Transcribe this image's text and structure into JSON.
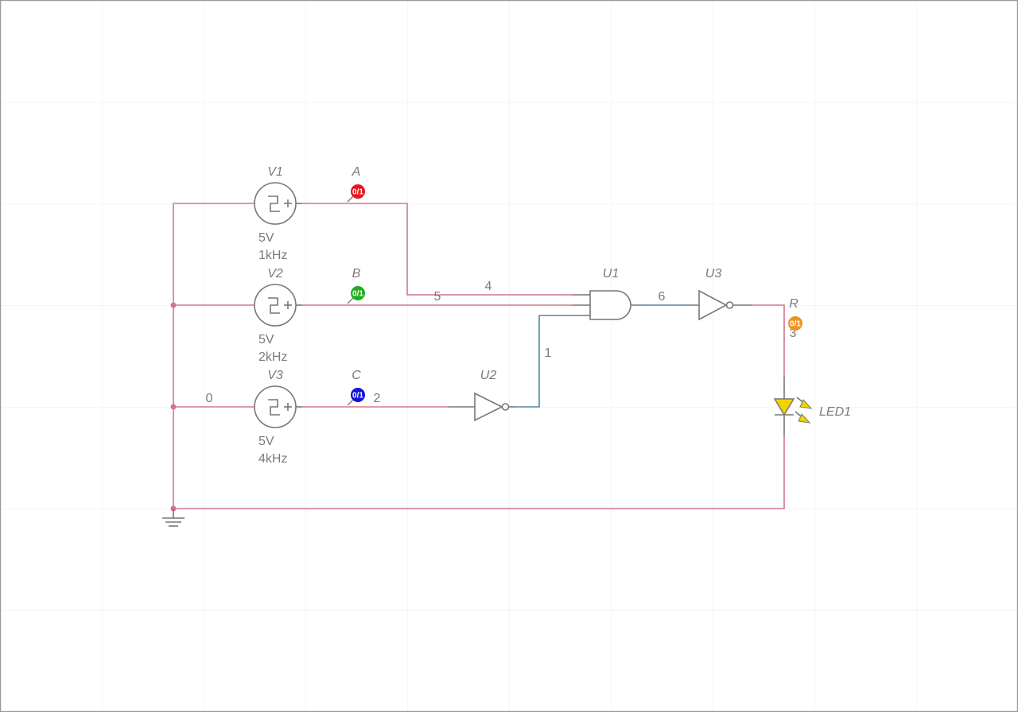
{
  "sources": [
    {
      "ref": "V1",
      "voltage": "5V",
      "freq": "1kHz"
    },
    {
      "ref": "V2",
      "voltage": "5V",
      "freq": "2kHz"
    },
    {
      "ref": "V3",
      "voltage": "5V",
      "freq": "4kHz"
    }
  ],
  "probes": [
    {
      "name": "A",
      "value": "0/1",
      "color": "#e8141c"
    },
    {
      "name": "B",
      "value": "0/1",
      "color": "#1fae1f"
    },
    {
      "name": "C",
      "value": "0/1",
      "color": "#1414d8"
    },
    {
      "name": "R",
      "value": "0/1",
      "color": "#f0921a"
    }
  ],
  "gates": {
    "and": "U1",
    "inv_c": "U2",
    "inv_out": "U3"
  },
  "led": {
    "ref": "LED1",
    "color": "#f0d400"
  },
  "nets": {
    "n0": "0",
    "n1": "1",
    "n2": "2",
    "n3": "3",
    "n4": "4",
    "n5": "5",
    "n6": "6"
  },
  "colors": {
    "wire": "#d0788a",
    "wire_active": "#4f86a8",
    "grid": "#ebebeb",
    "component": "#777777"
  }
}
